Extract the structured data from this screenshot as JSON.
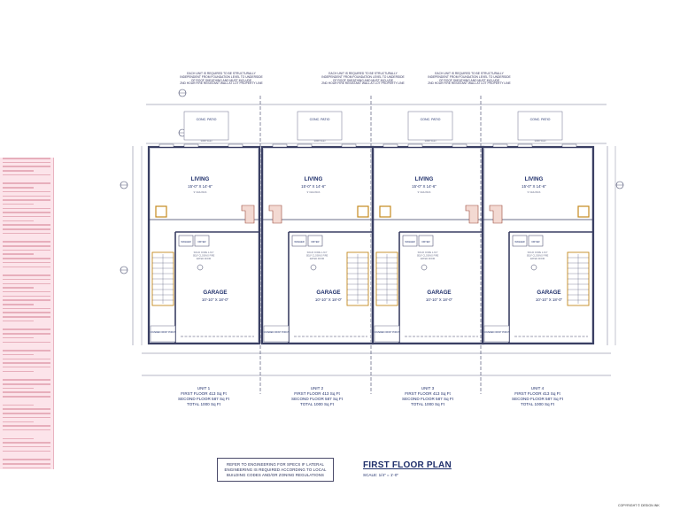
{
  "sheet": {
    "title": "FIRST FLOOR PLAN",
    "scale": "SCALE: 1/4\" = 1'-0\"",
    "engineering_note": [
      "REFER TO ENGINEERING FOR SPECS IF LATERAL",
      "ENGINEERING IS REQUIRED ACCORDING TO LOCAL",
      "BUILDING CODES AND/OR ZONING REGULATIONS"
    ],
    "copyright": "COPYRIGHT © DESIGN INK"
  },
  "top_notes": [
    [
      "EACH UNIT IS REQUIRED TO BE STRUCTURALLY",
      "INDEPENDENT FROM FOUNDATION LEVEL TO UNDERSIDE",
      "OF ROOF SHEATHING AND MUST INCLUDE",
      "2ND HOUR FIRE RESISTANT WALL AT LOT PROPERTY LINE"
    ],
    [
      "EACH UNIT IS REQUIRED TO BE STRUCTURALLY",
      "INDEPENDENT FROM FOUNDATION LEVEL TO UNDERSIDE",
      "OF ROOF SHEATHING AND MUST INCLUDE",
      "2ND HOUR FIRE RESISTANT WALL AT LOT PROPERTY LINE"
    ],
    [
      "EACH UNIT IS REQUIRED TO BE STRUCTURALLY",
      "INDEPENDENT FROM FOUNDATION LEVEL TO UNDERSIDE",
      "OF ROOF SHEATHING AND MUST INCLUDE",
      "2ND HOUR FIRE RESISTANT WALL AT LOT PROPERTY LINE"
    ]
  ],
  "units": [
    {
      "name": "UNIT 1",
      "patio": "CONC. PATIO",
      "living": "LIVING",
      "living_dim": "15'-0\" X 14'-6\"",
      "garage": "GARAGE",
      "garage_dim": "10'-10\" X 18'-0\"",
      "first_floor": "FIRST FLOOR  413 Sq Ft",
      "second_floor": "SECOND FLOOR 587 Sq Ft",
      "total": "TOTAL 1000 Sq Ft",
      "porch": "COVERED FRONT PORCH",
      "door_note": "SOLID CORE 1-3/4\" SELF CLOSING FIRE RATED DOOR",
      "washer": "WASHER",
      "dryer": "DRYER"
    },
    {
      "name": "UNIT 2",
      "patio": "CONC. PATIO",
      "living": "LIVING",
      "living_dim": "15'-0\" X 14'-6\"",
      "garage": "GARAGE",
      "garage_dim": "10'-10\" X 18'-0\"",
      "first_floor": "FIRST FLOOR  413 Sq Ft",
      "second_floor": "SECOND FLOOR 587 Sq Ft",
      "total": "TOTAL 1000 Sq Ft",
      "porch": "COVERED FRONT PORCH",
      "door_note": "SOLID CORE 1-3/4\" SELF CLOSING FIRE RATED DOOR",
      "washer": "WASHER",
      "dryer": "DRYER"
    },
    {
      "name": "UNIT 3",
      "patio": "CONC. PATIO",
      "living": "LIVING",
      "living_dim": "15'-0\" X 14'-6\"",
      "garage": "GARAGE",
      "garage_dim": "10'-10\" X 18'-0\"",
      "first_floor": "FIRST FLOOR  413 Sq Ft",
      "second_floor": "SECOND FLOOR 587 Sq Ft",
      "total": "TOTAL 1000 Sq Ft",
      "porch": "COVERED FRONT PORCH",
      "door_note": "SOLID CORE 1-3/4\" SELF CLOSING FIRE RATED DOOR",
      "washer": "WASHER",
      "dryer": "DRYER"
    },
    {
      "name": "UNIT 4",
      "patio": "CONC. PATIO",
      "living": "LIVING",
      "living_dim": "15'-0\" X 14'-6\"",
      "garage": "GARAGE",
      "garage_dim": "10'-10\" X 18'-0\"",
      "first_floor": "FIRST FLOOR  413 Sq Ft",
      "second_floor": "SECOND FLOOR 587 Sq Ft",
      "total": "TOTAL 1000 Sq Ft",
      "porch": "COVERED FRONT PORCH",
      "door_note": "SOLID CORE 1-3/4\" SELF CLOSING FIRE RATED DOOR",
      "washer": "WASHER",
      "dryer": "DRYER"
    }
  ],
  "colors": {
    "wall": "#3a3f63",
    "wall_fill": "#c9ccd8",
    "text": "#1f2f6b",
    "dim": "#6a6f8a",
    "stair": "#c58a1e",
    "kitchen": "#9c4a3c",
    "notes_bg": "#fce4ea"
  }
}
